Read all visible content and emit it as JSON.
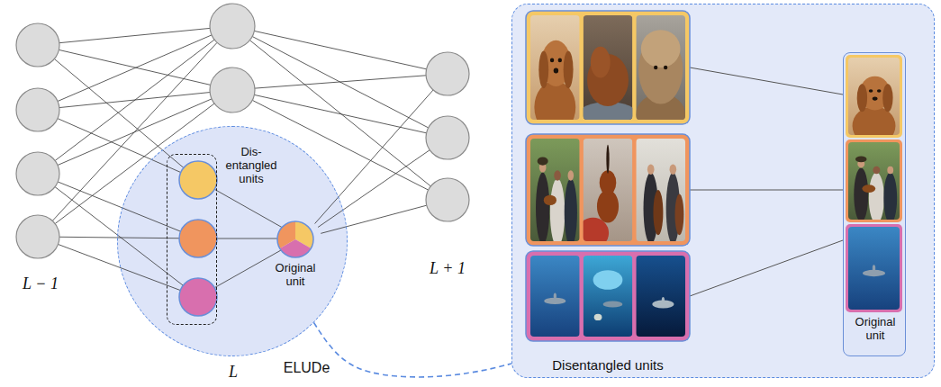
{
  "diagram": {
    "nodes": [
      {
        "text": [
          "L"
        ]
      },
      {
        "text": [
          "Dis- entangled units"
        ],
        "in": 0
      },
      {
        "text": [
          "Original unit"
        ],
        "in": 0
      },
      {
        "text": [
          "Disentangled units"
        ]
      },
      {
        "text": [
          "Original unit"
        ],
        "in": 3
      }
    ],
    "edges": [
      {
        "from": 0,
        "to": 3,
        "label": "ELUDe",
        "arrow": "none"
      }
    ],
    "labels": [
      "L − 1",
      "L + 1"
    ]
  }
}
